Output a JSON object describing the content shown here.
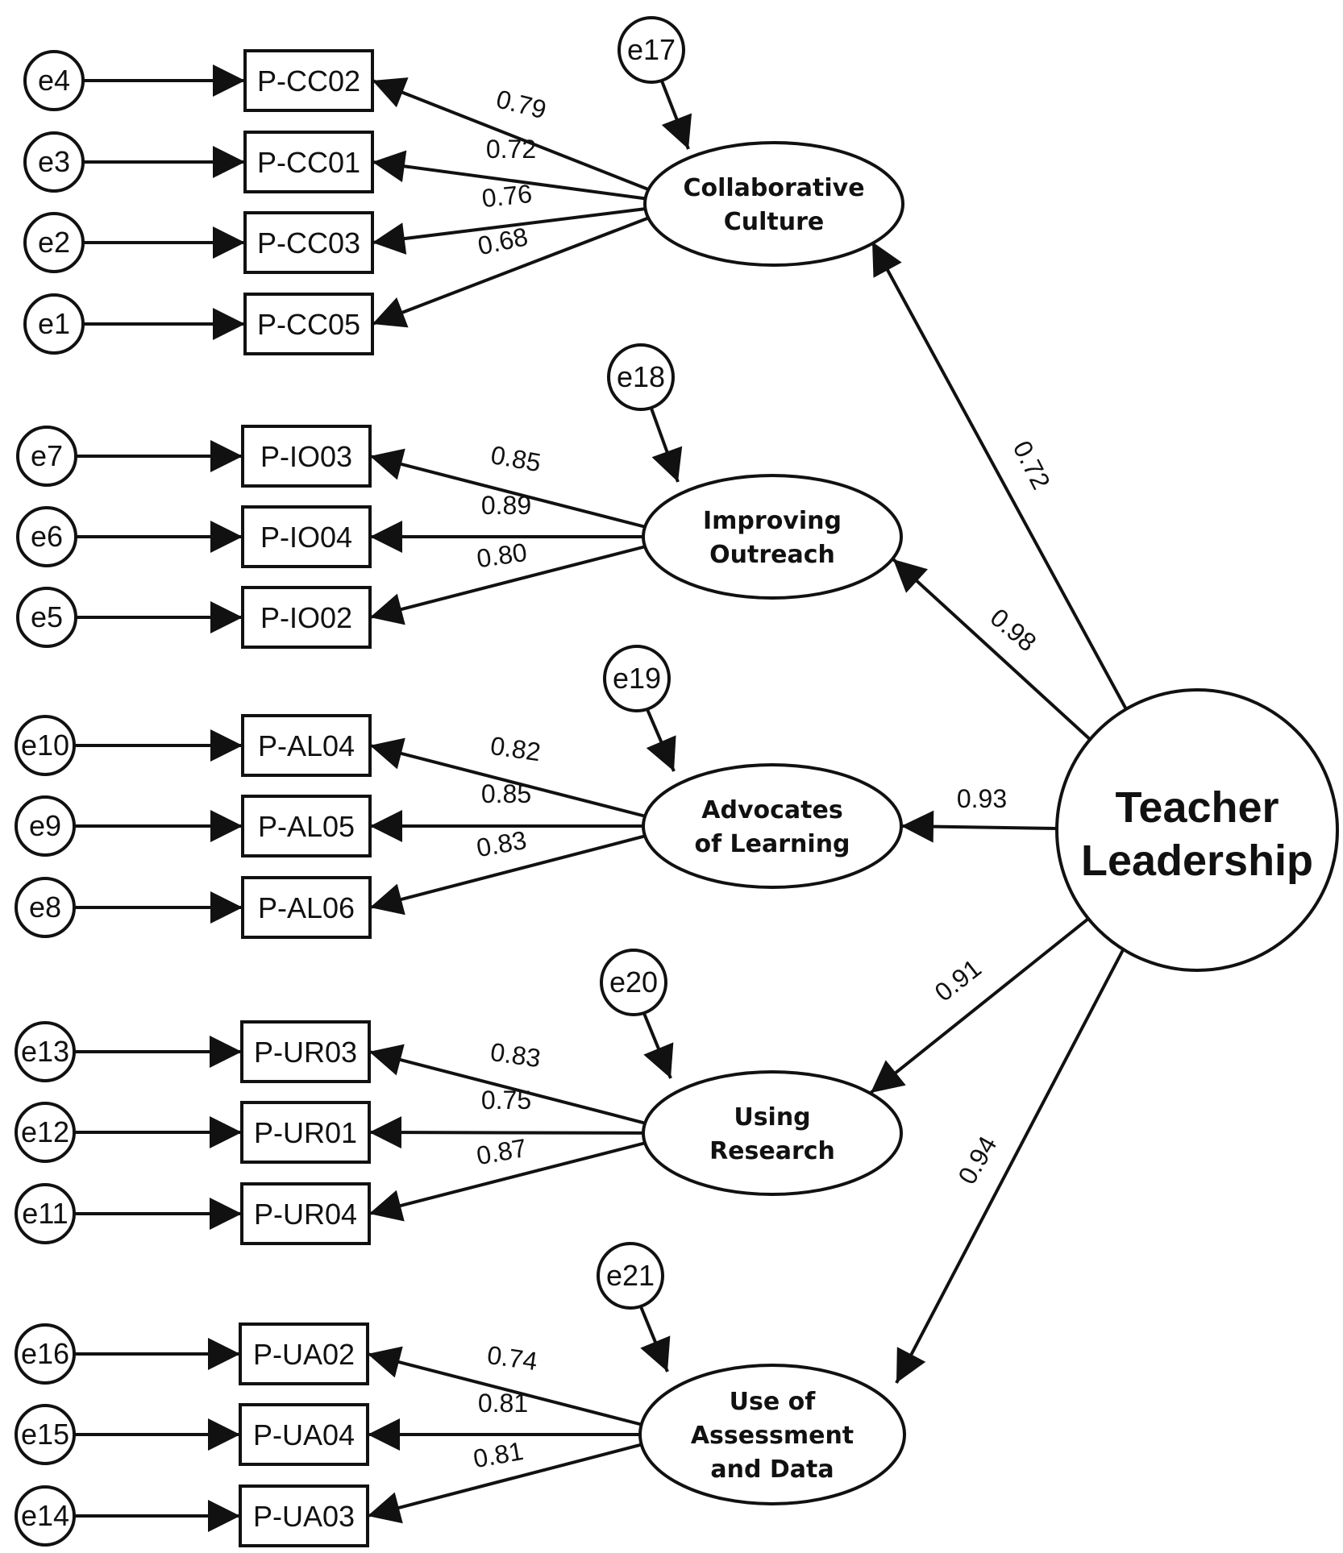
{
  "higher_factor": {
    "label_lines": [
      "Teacher",
      "Leadership"
    ]
  },
  "factors": [
    {
      "id": "cc",
      "label_lines": [
        "Collaborative",
        "Culture"
      ],
      "error": "e17",
      "loading": "0.72",
      "indicators": [
        {
          "error": "e4",
          "name": "P-CC02",
          "loading": "0.79"
        },
        {
          "error": "e3",
          "name": "P-CC01",
          "loading": "0.72"
        },
        {
          "error": "e2",
          "name": "P-CC03",
          "loading": "0.76"
        },
        {
          "error": "e1",
          "name": "P-CC05",
          "loading": "0.68"
        }
      ]
    },
    {
      "id": "io",
      "label_lines": [
        "Improving",
        "Outreach"
      ],
      "error": "e18",
      "loading": "0.98",
      "indicators": [
        {
          "error": "e7",
          "name": "P-IO03",
          "loading": "0.85"
        },
        {
          "error": "e6",
          "name": "P-IO04",
          "loading": "0.89"
        },
        {
          "error": "e5",
          "name": "P-IO02",
          "loading": "0.80"
        }
      ]
    },
    {
      "id": "al",
      "label_lines": [
        "Advocates",
        "of Learning"
      ],
      "error": "e19",
      "loading": "0.93",
      "indicators": [
        {
          "error": "e10",
          "name": "P-AL04",
          "loading": "0.82"
        },
        {
          "error": "e9",
          "name": "P-AL05",
          "loading": "0.85"
        },
        {
          "error": "e8",
          "name": "P-AL06",
          "loading": "0.83"
        }
      ]
    },
    {
      "id": "ur",
      "label_lines": [
        "Using",
        "Research"
      ],
      "error": "e20",
      "loading": "0.91",
      "indicators": [
        {
          "error": "e13",
          "name": "P-UR03",
          "loading": "0.83"
        },
        {
          "error": "e12",
          "name": "P-UR01",
          "loading": "0.75"
        },
        {
          "error": "e11",
          "name": "P-UR04",
          "loading": "0.87"
        }
      ]
    },
    {
      "id": "ua",
      "label_lines": [
        "Use of",
        "Assessment",
        "and Data"
      ],
      "error": "e21",
      "loading": "0.94",
      "indicators": [
        {
          "error": "e16",
          "name": "P-UA02",
          "loading": "0.74"
        },
        {
          "error": "e15",
          "name": "P-UA04",
          "loading": "0.81"
        },
        {
          "error": "e14",
          "name": "P-UA03",
          "loading": "0.81"
        }
      ]
    }
  ]
}
